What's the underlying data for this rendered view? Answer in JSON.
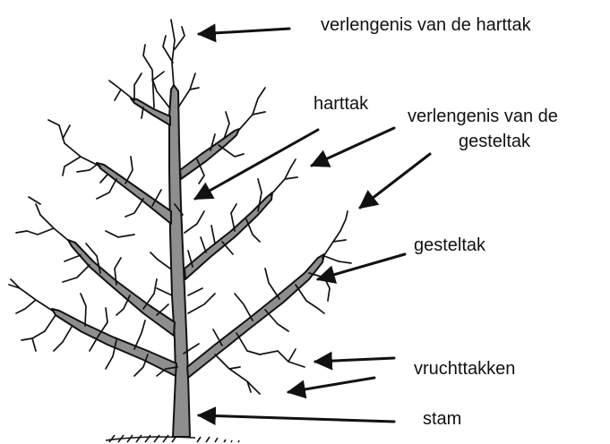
{
  "labels": {
    "verlengenis_harttak": "verlengenis van de harttak",
    "harttak": "harttak",
    "verlengenis_gesteltak_1": "verlengenis van de",
    "verlengenis_gesteltak_2": "gesteltak",
    "gesteltak": "gesteltak",
    "vruchttakken": "vruchttakken",
    "stam": "stam"
  },
  "colors": {
    "ink": "#111111",
    "wood": "#8e8e8e",
    "background": "#ffffff"
  }
}
